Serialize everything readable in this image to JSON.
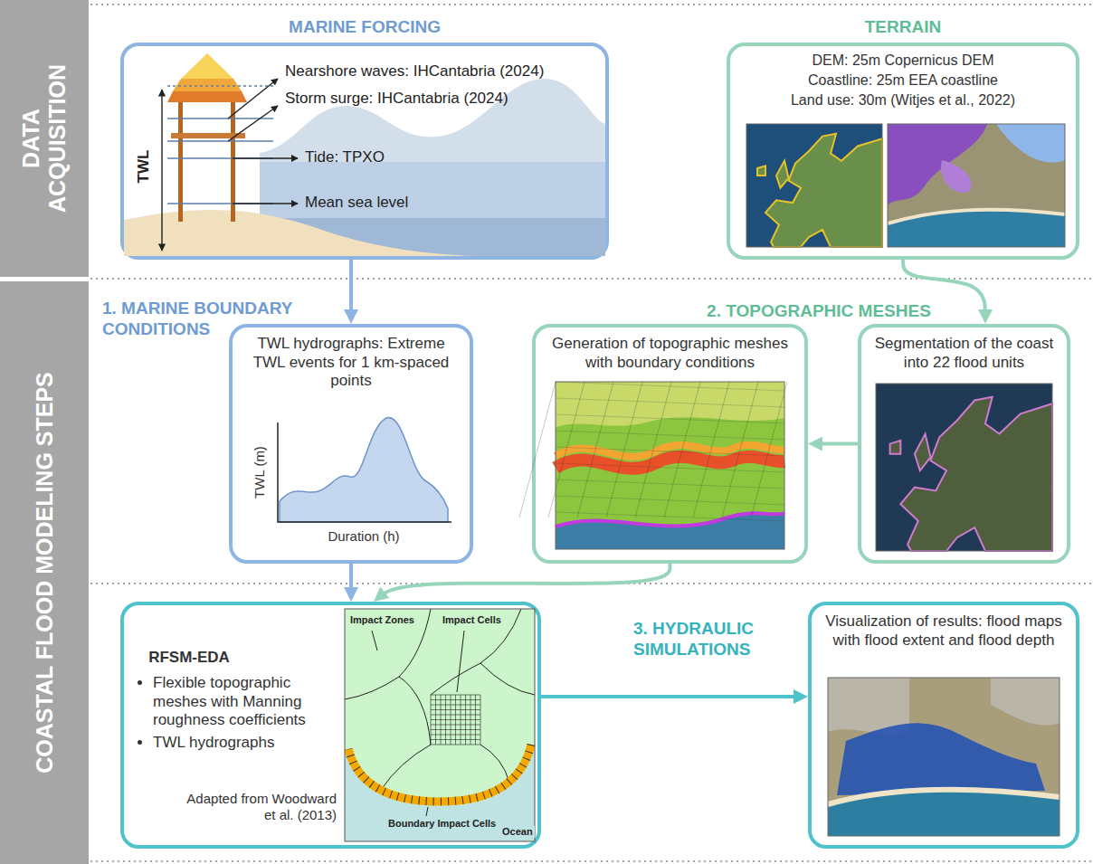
{
  "diagram": {
    "nodes": [
      {
        "text": [
          "DATA ACQUISITION"
        ]
      },
      {
        "text": [
          "MARINE FORCING",
          "Nearshore waves: IHCantabria (2024)",
          "Storm surge: IHCantabria (2024)",
          "Tide: TPXO",
          "Mean sea level",
          "TWL"
        ]
      },
      {
        "text": [
          "TERRAIN",
          "DEM: 25m Copernicus DEM",
          "Coastline: 25m EEA coastline",
          "Land use: 30m (Witjes et al., 2022)"
        ]
      },
      {
        "text": [
          "COASTAL FLOOD MODELING STEPS"
        ]
      },
      {
        "text": [
          "TWL hydrographs: Extreme TWL events for 1 km-spaced points",
          "TWL (m)",
          "Duration (h)"
        ]
      },
      {
        "text": [
          "Generation of topographic meshes with boundary conditions"
        ]
      },
      {
        "text": [
          "Segmentation of the coast into 22 flood units"
        ]
      },
      {
        "text": [
          "RFSM-EDA",
          "Flexible topographic meshes with Manning roughness coefficients",
          "TWL hydrographs",
          "Impact Zones",
          "Impact Cells",
          "Boundary Impact Cells",
          "Ocean",
          "Adapted from Woodward et al. (2013)"
        ]
      },
      {
        "text": [
          "Visualization of results: flood maps with flood extent and flood depth"
        ]
      }
    ],
    "edges": [
      {
        "from": 1,
        "to": 4,
        "arrow": "to"
      },
      {
        "from": 2,
        "to": 6,
        "arrow": "to"
      },
      {
        "from": 6,
        "to": 5,
        "arrow": "to"
      },
      {
        "from": 4,
        "to": 7,
        "arrow": "to"
      },
      {
        "from": 5,
        "to": 7,
        "arrow": "to"
      },
      {
        "from": 7,
        "to": 8,
        "arrow": "to"
      }
    ],
    "labels": [
      "1. MARINE BOUNDARY CONDITIONS",
      "2. TOPOGRAPHIC MESHES",
      "3. HYDRAULIC SIMULATIONS"
    ]
  }
}
